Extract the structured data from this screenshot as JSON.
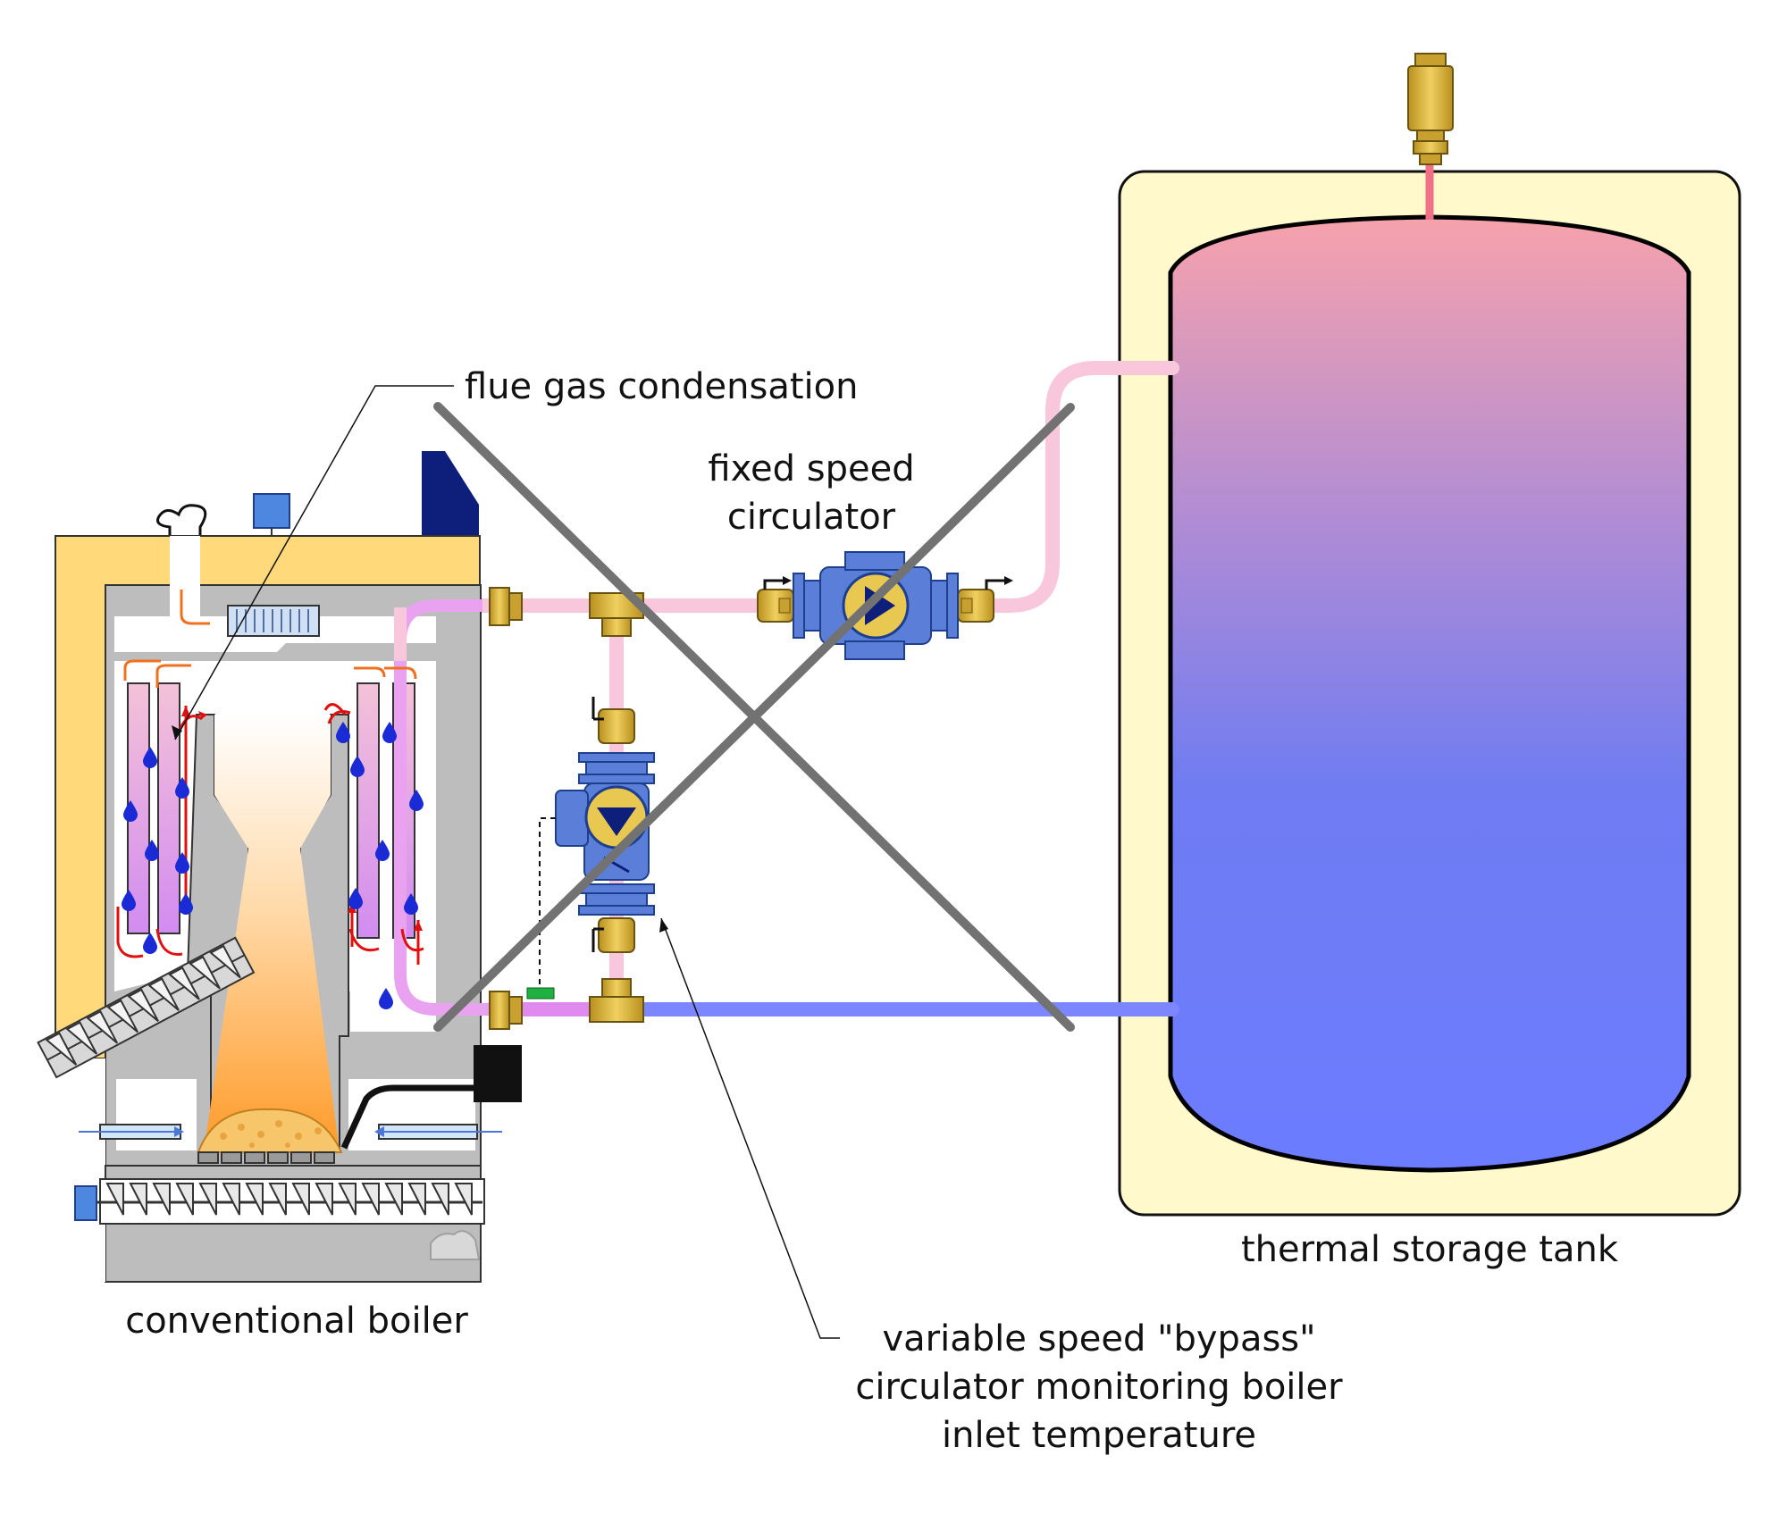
{
  "labels": {
    "flue_gas": "flue gas condensation",
    "fixed_line1": "fixed speed",
    "fixed_line2": "circulator",
    "tank": "thermal storage tank",
    "boiler": "conventional boiler",
    "variable_line1": "variable speed \"bypass\"",
    "variable_line2": "circulator monitoring boiler",
    "variable_line3": "inlet temperature"
  },
  "colors": {
    "insulation": "#FFD97A",
    "tank_jacket": "#FFF9CC",
    "hot_water": "#F7A2AC",
    "cold_water": "#6C7CFF",
    "supply_pipe": "#F9C7DC",
    "return_pipe": "#7C86FF",
    "return_pipe_near_boiler": "#E08AF0",
    "brass": "#D8B23C",
    "circulator": "#5B7FD8",
    "cross": "#727272",
    "condensate": "#1A2BD6",
    "flue_arrows": "#E01010"
  },
  "icons": [
    "flue-pipe-icon",
    "air-vent-icon",
    "pump-icon",
    "ball-valve-icon",
    "auger-icon",
    "condensate-drop-icon"
  ]
}
